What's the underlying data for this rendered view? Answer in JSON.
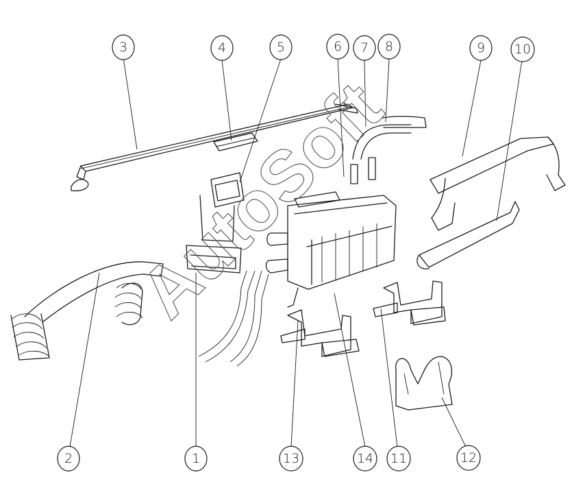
{
  "watermark": "AutoSoft",
  "callouts": [
    {
      "id": "c3",
      "label": "3"
    },
    {
      "id": "c4",
      "label": "4"
    },
    {
      "id": "c5",
      "label": "5"
    },
    {
      "id": "c6",
      "label": "6"
    },
    {
      "id": "c7",
      "label": "7"
    },
    {
      "id": "c8",
      "label": "8"
    },
    {
      "id": "c9",
      "label": "9"
    },
    {
      "id": "c10",
      "label": "10"
    },
    {
      "id": "c2",
      "label": "2"
    },
    {
      "id": "c1",
      "label": "1"
    },
    {
      "id": "c13",
      "label": "13"
    },
    {
      "id": "c14",
      "label": "14"
    },
    {
      "id": "c11",
      "label": "11"
    },
    {
      "id": "c12",
      "label": "12"
    }
  ]
}
